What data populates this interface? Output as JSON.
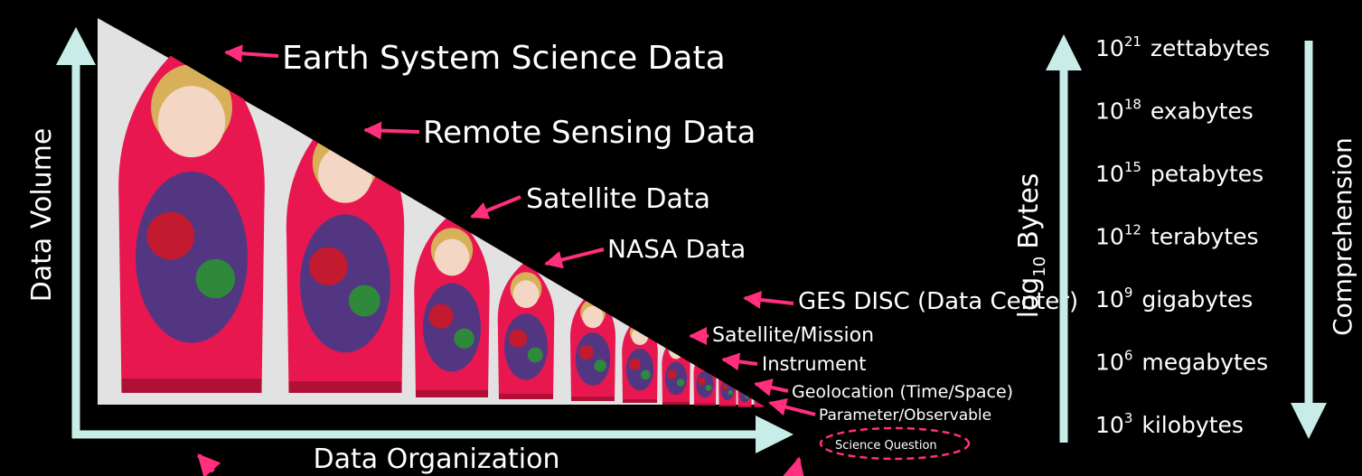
{
  "axes": {
    "y_label": "Data Volume",
    "x_label": "Data Organization",
    "bytes_label_prefix": "log",
    "bytes_label_sub": "10",
    "bytes_label_suffix": "Bytes",
    "comprehension_label": "Comprehension"
  },
  "hierarchy": [
    {
      "label": "Earth System Science Data"
    },
    {
      "label": "Remote Sensing Data"
    },
    {
      "label": "Satellite Data"
    },
    {
      "label": "NASA Data"
    },
    {
      "label": "GES DISC (Data Center)"
    },
    {
      "label": "Satellite/Mission"
    },
    {
      "label": "Instrument"
    },
    {
      "label": "Geolocation (Time/Space)"
    },
    {
      "label": "Parameter/Observable"
    },
    {
      "label": "Science Question"
    }
  ],
  "byte_scale": [
    {
      "base": "10",
      "exp": "21",
      "unit": "zettabytes"
    },
    {
      "base": "10",
      "exp": "18",
      "unit": "exabytes"
    },
    {
      "base": "10",
      "exp": "15",
      "unit": "petabytes"
    },
    {
      "base": "10",
      "exp": "12",
      "unit": "terabytes"
    },
    {
      "base": "10",
      "exp": "9",
      "unit": "gigabytes"
    },
    {
      "base": "10",
      "exp": "6",
      "unit": "megabytes"
    },
    {
      "base": "10",
      "exp": "3",
      "unit": "kilobytes"
    }
  ],
  "colors": {
    "axis_arrow": "#c8ece8",
    "pointer": "#ff2f7d",
    "doll_body": "#e8174f",
    "doll_face": "#f3d7c4",
    "backdrop": "#e6e6e6",
    "science_question": "#ff2f7d"
  }
}
